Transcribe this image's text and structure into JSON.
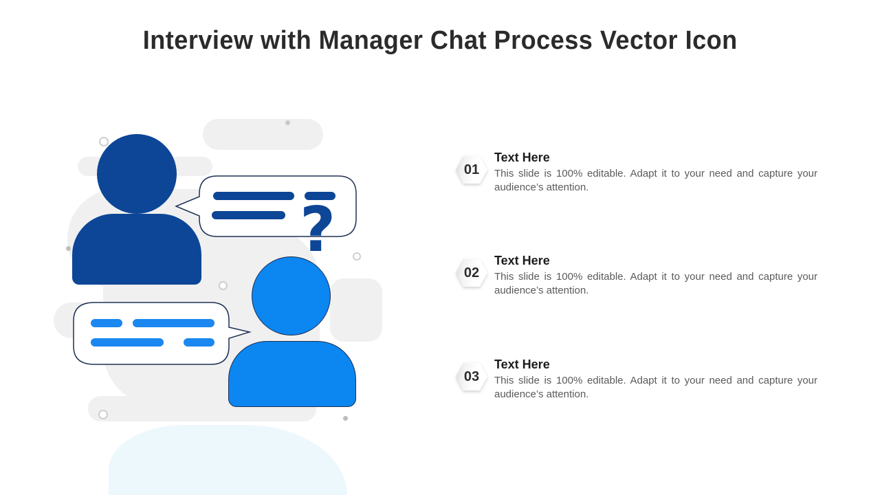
{
  "title": "Interview with Manager Chat Process Vector Icon",
  "colors": {
    "dark_blue": "#0d4696",
    "light_blue": "#0c86f0",
    "bubble_outline": "#1d3054",
    "background_gray": "#f0f0f0",
    "pale_blue_blob": "#edf8fd",
    "title_text": "#2b2b2b",
    "body_text": "#5a5a5a"
  },
  "illustration": {
    "question_mark": "?",
    "parts": [
      "manager-person-icon",
      "candidate-person-icon",
      "manager-speech-bubble-icon",
      "candidate-speech-bubble-icon",
      "question-mark-icon"
    ]
  },
  "items": [
    {
      "number": "01",
      "heading": "Text Here",
      "body": "This slide is 100% editable. Adapt it to your need and capture your audience’s attention."
    },
    {
      "number": "02",
      "heading": "Text Here",
      "body": "This slide is 100% editable. Adapt it to your need and capture your audience’s attention."
    },
    {
      "number": "03",
      "heading": "Text Here",
      "body": "This slide is 100% editable. Adapt it to your need and capture your audience’s attention."
    }
  ]
}
